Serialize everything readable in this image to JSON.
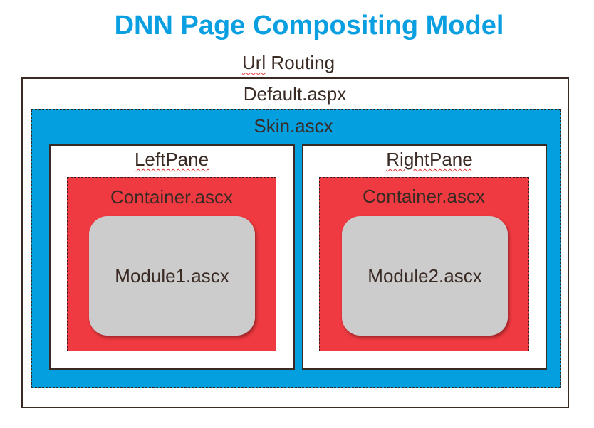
{
  "title": "DNN Page Compositing Model",
  "routing": {
    "label": "Url Routing"
  },
  "page": {
    "label": "Default.aspx"
  },
  "skin": {
    "label": "Skin.ascx"
  },
  "panes": [
    {
      "label": "LeftPane",
      "container": {
        "label": "Container.ascx",
        "module": {
          "label": "Module1.ascx"
        }
      }
    },
    {
      "label": "RightPane",
      "container": {
        "label": "Container.ascx",
        "module": {
          "label": "Module2.ascx"
        }
      }
    }
  ],
  "colors": {
    "title": "#0a9fe0",
    "skin": "#049fdf",
    "container": "#ef3a41",
    "module": "#cccccc",
    "text": "#3a2a24",
    "spellcheck_underline": "#e03030"
  }
}
